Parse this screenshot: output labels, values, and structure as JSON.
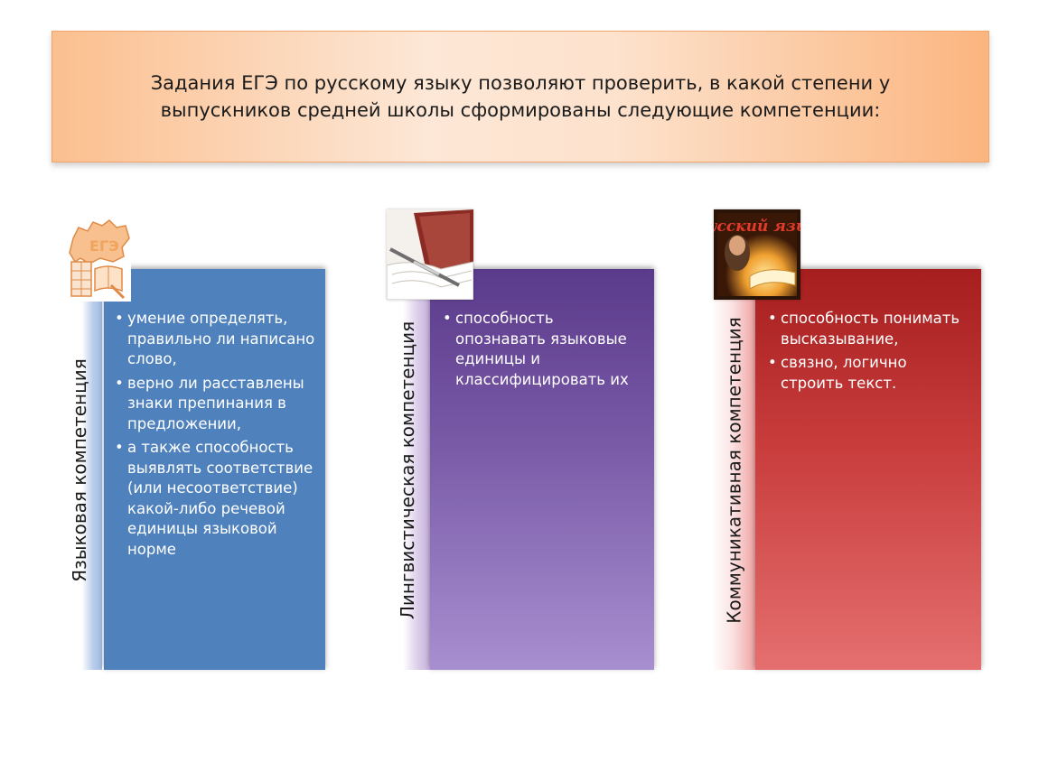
{
  "header": {
    "line1": "Задания ЕГЭ по русскому языку  позволяют проверить, в какой степени у",
    "line2": "выпускников средней школы сформированы следующие компетенции:"
  },
  "columns": [
    {
      "label": "Языковая компетенция",
      "icon": "russia-map-ege-icon",
      "items": [
        "умение определять, правильно ли написано слово,",
        "верно ли расставлены знаки препинания в предложении,",
        "а также способность выявлять соответствие (или несоответствие) какой-либо речевой единицы языковой норме"
      ]
    },
    {
      "label": "Лингвистическая компетенция",
      "icon": "book-and-pen-icon",
      "items": [
        "способность опознавать языковые единицы и классифицировать их"
      ]
    },
    {
      "label": "Коммуникативная компетенция",
      "icon": "russian-language-book-cover-icon",
      "cover_title": "Русский язык",
      "items": [
        "способность понимать высказывание,",
        "связно, логично строить текст."
      ]
    }
  ]
}
